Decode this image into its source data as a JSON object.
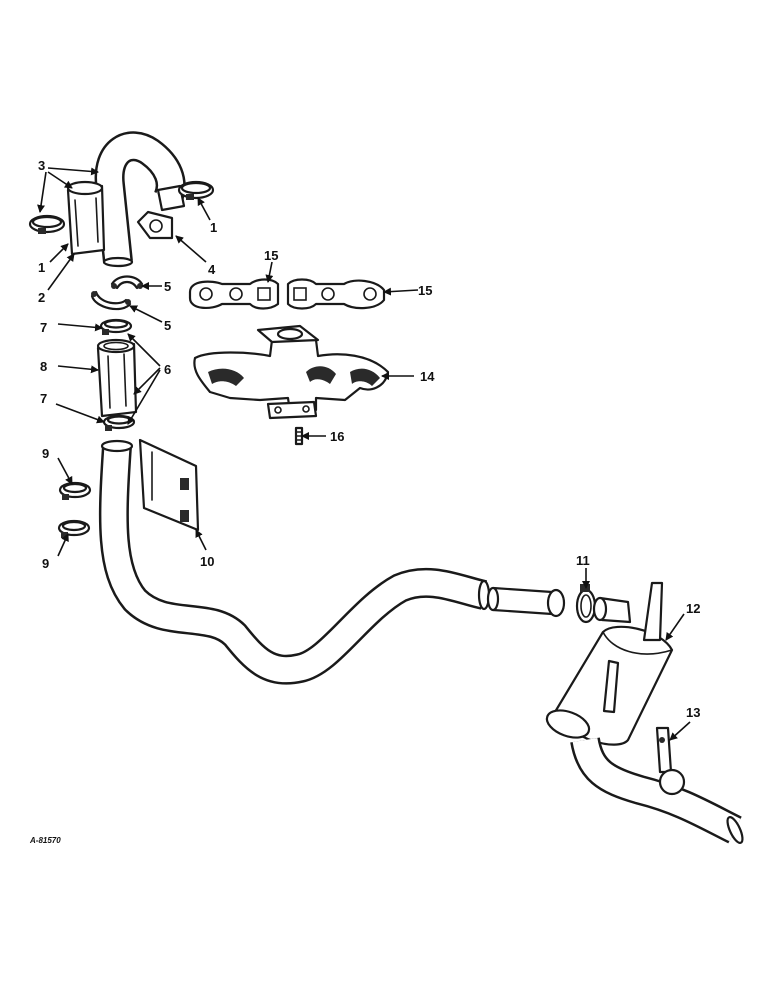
{
  "figure": {
    "code": "A-81570"
  },
  "callouts": {
    "n1": "1",
    "n2": "2",
    "n3": "3",
    "n4": "4",
    "n5": "5",
    "n6": "6",
    "n7": "7",
    "n8": "8",
    "n9": "9",
    "n10": "10",
    "n11": "11",
    "n12": "12",
    "n13": "13",
    "n14": "14",
    "n15": "15",
    "n16": "16"
  },
  "colors": {
    "ink": "#1a1a1a",
    "paper": "#ffffff"
  }
}
